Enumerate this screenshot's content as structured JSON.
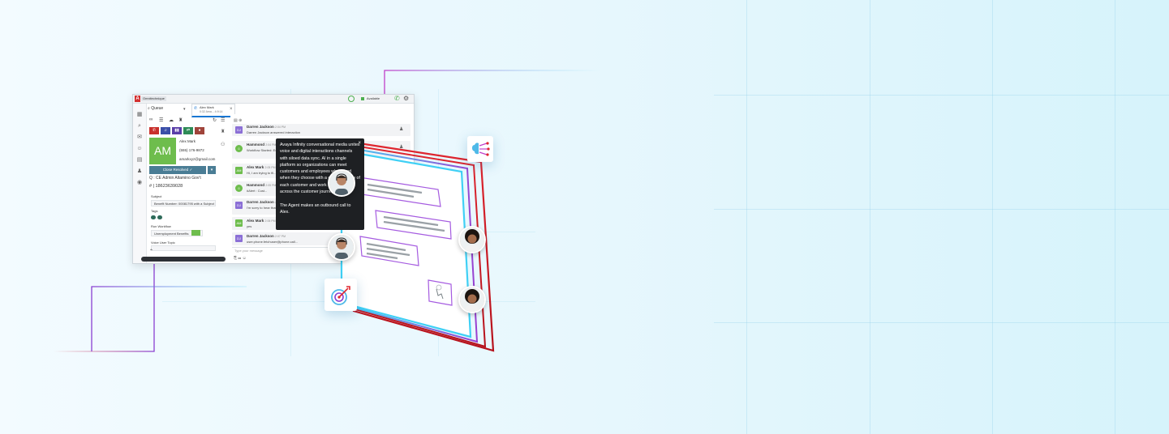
{
  "app": {
    "org_label": "Omnitechnique",
    "status_label": "Available",
    "queue_label": "Queue",
    "interaction_tab": {
      "name": "Alex Mark",
      "sub": "0:32 Ama...   4:9:14"
    },
    "contact": {
      "initials": "AM",
      "name": "Alex Mark",
      "phone": "(555) 176-9872",
      "email": "amarkxyz@gmail.com"
    },
    "close_button": "Close Resolved",
    "case_line": "Q : CE Admin Altamino Gov't",
    "case_number": "# | 18623639028",
    "fields": {
      "subject_label": "Subject",
      "subject_value": "Benefit Number: 00081795 with a Subject",
      "tags_label": "Tags",
      "workflow_label": "Run Workflow",
      "workflow_value": "Unemployment Benefits",
      "voice_tag_label": "Voice User Topic"
    },
    "chat": [
      {
        "initials": "DJ",
        "name": "Darren Jackson",
        "time": "2:04 PM",
        "text": "Darren Jackson answered interaction",
        "color": "#8b6fd6",
        "action": "Follow"
      },
      {
        "initials": "☺",
        "name": "Hammond",
        "time": "2:04 PM",
        "text": "Workflow Started: Ext... Workflow Finished: Ex...",
        "color": "#6ebd4d"
      },
      {
        "initials": "AM",
        "name": "Alex Mark",
        "time": "2:05 PM",
        "text": "Hi, I am trying to fil...",
        "color": "#6ebd4d"
      },
      {
        "initials": "☺",
        "name": "Hammond",
        "time": "2:05 PM",
        "text": "#Alert : Cust...",
        "color": "#6ebd4d"
      },
      {
        "initials": "DJ",
        "name": "Darren Jackson",
        "time": "2:06 PM",
        "text": "I'm sorry to hear that... discuss your unemploy...",
        "color": "#8b6fd6"
      },
      {
        "initials": "AM",
        "name": "Alex Mark",
        "time": "2:06 PM",
        "text": "yes",
        "color": "#6ebd4d"
      },
      {
        "initials": "DJ",
        "name": "Darren Jackson",
        "time": "2:07 PM",
        "text": "user.phone.fetchuser@phone.call...",
        "color": "#8b6fd6"
      }
    ],
    "compose_placeholder": "Type your message"
  },
  "tooltip": {
    "text": "Avaya Infinity conversational media unites voice and digital interactions channels with siloed data sync. AI in a single platform so organizations can meet customers and employees where and when they choose with a complete view of each customer and work intelligently across the customer journey.\n\nThe Agent makes an outbound call to Alex.",
    "close": "×"
  },
  "colors": {
    "accent_blue": "#1976d2",
    "green": "#6ebd4d",
    "teal_button": "#4a7d95",
    "neon_cyan": "#3fd0f5",
    "neon_purple": "#8a3fd1",
    "neon_red": "#d6202a"
  },
  "icons": [
    "search-icon",
    "phone-icon",
    "settings-icon",
    "brain-network-icon",
    "target-icon",
    "tap-gesture-icon"
  ]
}
